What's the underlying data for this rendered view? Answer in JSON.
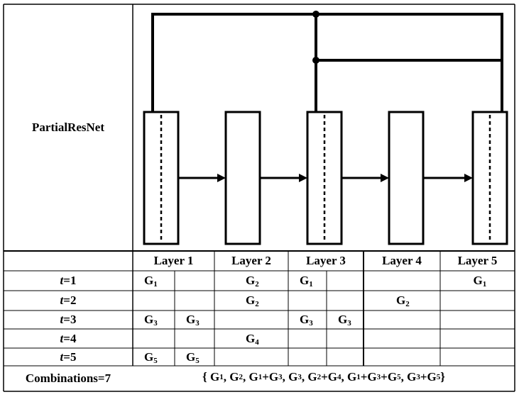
{
  "diagram": {
    "method_label": "PartialResNet",
    "layers": [
      "Layer 1",
      "Layer 2",
      "Layer 3",
      "Layer 4",
      "Layer 5"
    ],
    "layer_split": [
      true,
      false,
      true,
      false,
      true
    ],
    "rows": [
      {
        "t": "1",
        "cells": [
          [
            "1",
            ""
          ],
          [
            "2",
            ""
          ],
          [
            "1",
            ""
          ],
          [
            "",
            ""
          ],
          [
            "",
            "1"
          ]
        ]
      },
      {
        "t": "2",
        "cells": [
          [
            "",
            ""
          ],
          [
            "2",
            ""
          ],
          [
            "",
            ""
          ],
          [
            "2",
            ""
          ],
          [
            "",
            ""
          ]
        ]
      },
      {
        "t": "3",
        "cells": [
          [
            "3",
            "3"
          ],
          [
            "",
            ""
          ],
          [
            "3",
            "3"
          ],
          [
            "",
            ""
          ],
          [
            "",
            ""
          ]
        ]
      },
      {
        "t": "4",
        "cells": [
          [
            "",
            ""
          ],
          [
            "4",
            ""
          ],
          [
            "",
            ""
          ],
          [
            "",
            ""
          ],
          [
            "",
            ""
          ]
        ]
      },
      {
        "t": "5",
        "cells": [
          [
            "5",
            "5"
          ],
          [
            "",
            ""
          ],
          [
            "",
            ""
          ],
          [
            "",
            ""
          ],
          [
            "",
            ""
          ]
        ]
      }
    ],
    "row_prefix": "t",
    "row_eq": "=",
    "combinations_label": "Combinations=7",
    "combinations": [
      [
        [
          "G",
          "1"
        ]
      ],
      [
        [
          "G",
          "2"
        ]
      ],
      [
        [
          "G",
          "1"
        ],
        [
          "+G",
          "3"
        ]
      ],
      [
        [
          "G",
          "3"
        ]
      ],
      [
        [
          "G",
          "2"
        ],
        [
          "+G",
          "4"
        ]
      ],
      [
        [
          "G",
          "1"
        ],
        [
          "+G",
          "3"
        ],
        [
          "+G",
          "5"
        ]
      ],
      [
        [
          "G",
          "3"
        ],
        [
          "+G",
          "5"
        ]
      ]
    ],
    "gate_letter": "G"
  }
}
